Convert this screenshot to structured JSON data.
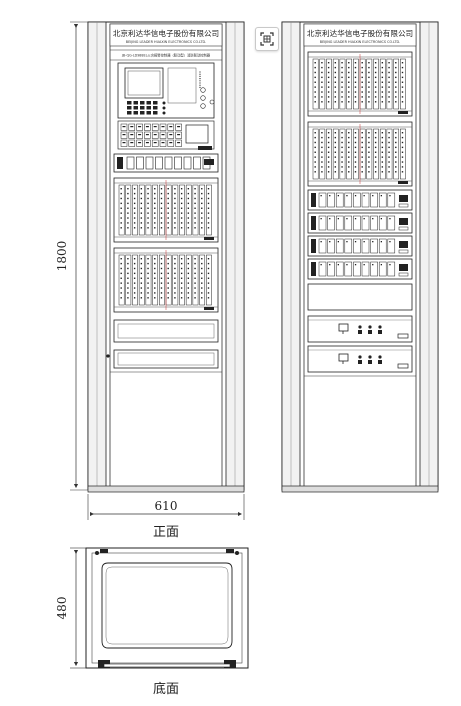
{
  "brand": {
    "company_cn": "北京利达华信电子股份有限公司",
    "company_en": "BEIJING LEADER HUAXIN ELECTRONICS CO.LTD."
  },
  "front_cabinet": {
    "model_line": "JB-QG-LD988EL火灾报警控制器（联动型）消防联动控制器"
  },
  "dimensions": {
    "height": "1800",
    "width": "610",
    "depth": "480"
  },
  "captions": {
    "front": "正面",
    "bottom": "底面"
  },
  "toolbar": {
    "icon": "scan-icon"
  }
}
